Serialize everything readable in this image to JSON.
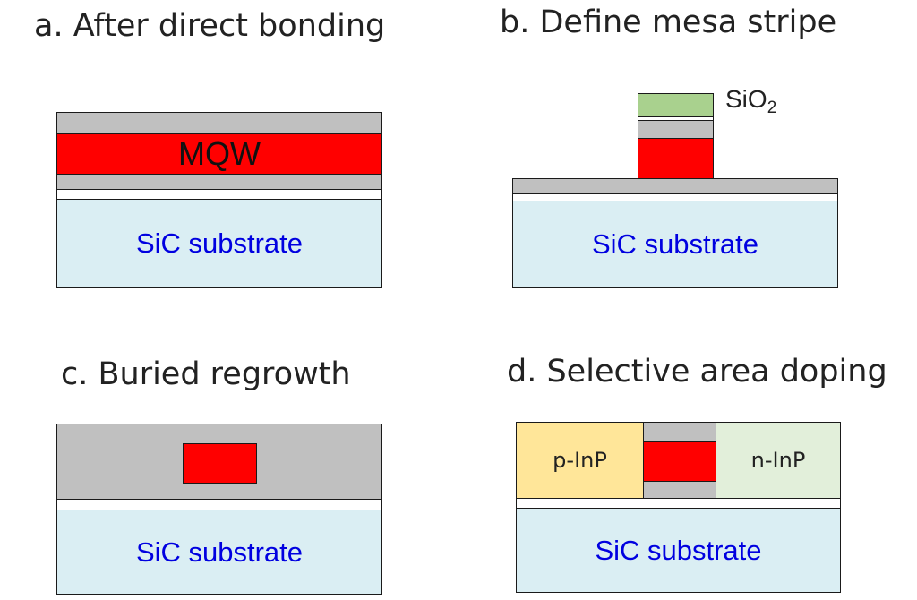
{
  "panels": {
    "a": {
      "title": "a. After direct bonding",
      "mqw_label": "MQW",
      "substrate_label": "SiC substrate"
    },
    "b": {
      "title": "b. Define mesa stripe",
      "sio2_main": "SiO",
      "sio2_sub": "2",
      "substrate_label": "SiC substrate"
    },
    "c": {
      "title": "c. Buried regrowth",
      "substrate_label": "SiC substrate"
    },
    "d": {
      "title": "d. Selective area doping",
      "p_label": "p-InP",
      "n_label": "n-InP",
      "substrate_label": "SiC substrate"
    }
  },
  "colors": {
    "substrate": "#daeef3",
    "gray_layer": "#c0c0c0",
    "mqw": "#ff0000",
    "sio2": "#a9d18e",
    "p_inp": "#ffe699",
    "n_inp": "#e2efda",
    "label_blue": "#0000e0"
  }
}
